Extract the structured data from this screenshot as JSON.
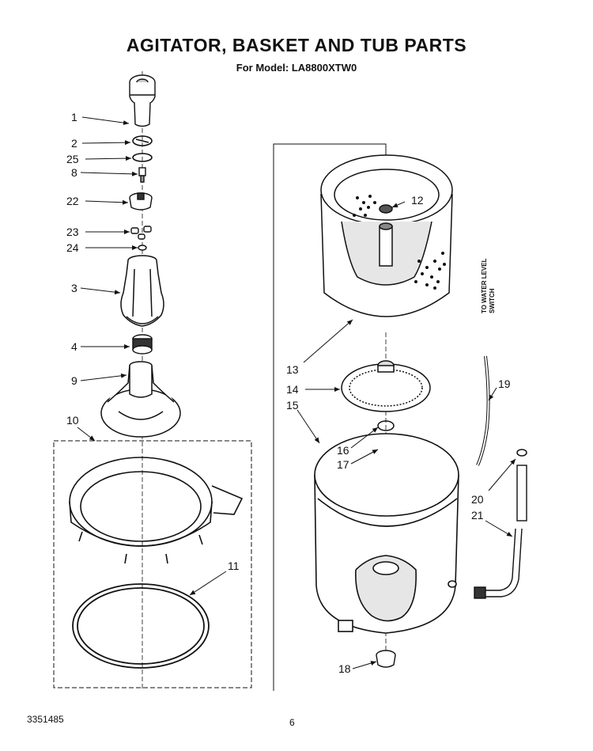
{
  "header": {
    "title": "AGITATOR, BASKET AND TUB PARTS",
    "model_line": "For Model: LA8800XTW0"
  },
  "note": {
    "line1": "TO WATER LEVEL",
    "line2": "SWITCH"
  },
  "footer": {
    "part_number": "3351485",
    "page_number": "6"
  },
  "callouts": {
    "c1": "1",
    "c2": "2",
    "c25": "25",
    "c8": "8",
    "c22": "22",
    "c23": "23",
    "c24": "24",
    "c3": "3",
    "c4": "4",
    "c9": "9",
    "c10": "10",
    "c11": "11",
    "c12": "12",
    "c13": "13",
    "c14": "14",
    "c15": "15",
    "c16": "16",
    "c17": "17",
    "c18": "18",
    "c19": "19",
    "c20": "20",
    "c21": "21"
  }
}
